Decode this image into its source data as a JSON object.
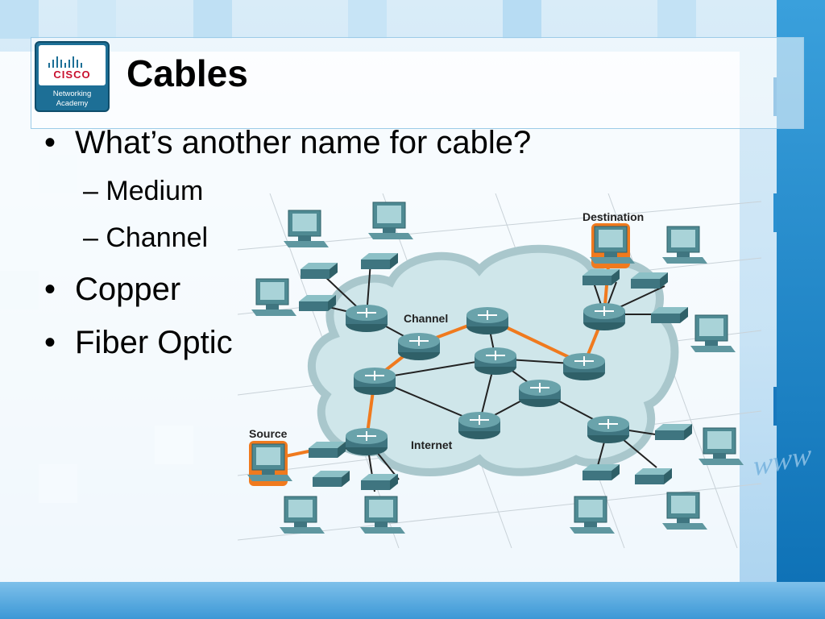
{
  "logo": {
    "brand": "CISCO",
    "subtitle_line1": "Networking",
    "subtitle_line2": "Academy"
  },
  "slide": {
    "title": "Cables",
    "bullets": [
      {
        "level": 1,
        "marker": "•",
        "text": "What’s another name for cable?"
      },
      {
        "level": 2,
        "marker": "–",
        "text": "Medium"
      },
      {
        "level": 2,
        "marker": "–",
        "text": "Channel"
      },
      {
        "level": 1,
        "marker": "•",
        "text": "Copper"
      },
      {
        "level": 1,
        "marker": "•",
        "text": "Fiber Optic"
      }
    ]
  },
  "diagram": {
    "labels": {
      "destination": "Destination",
      "channel": "Channel",
      "source": "Source",
      "internet": "Internet"
    },
    "colors": {
      "path": "#f07a1e",
      "link": "#222222",
      "device": "#4f8a93",
      "cloud": "#cfe6ea"
    }
  },
  "watermark": {
    "text": "www"
  }
}
